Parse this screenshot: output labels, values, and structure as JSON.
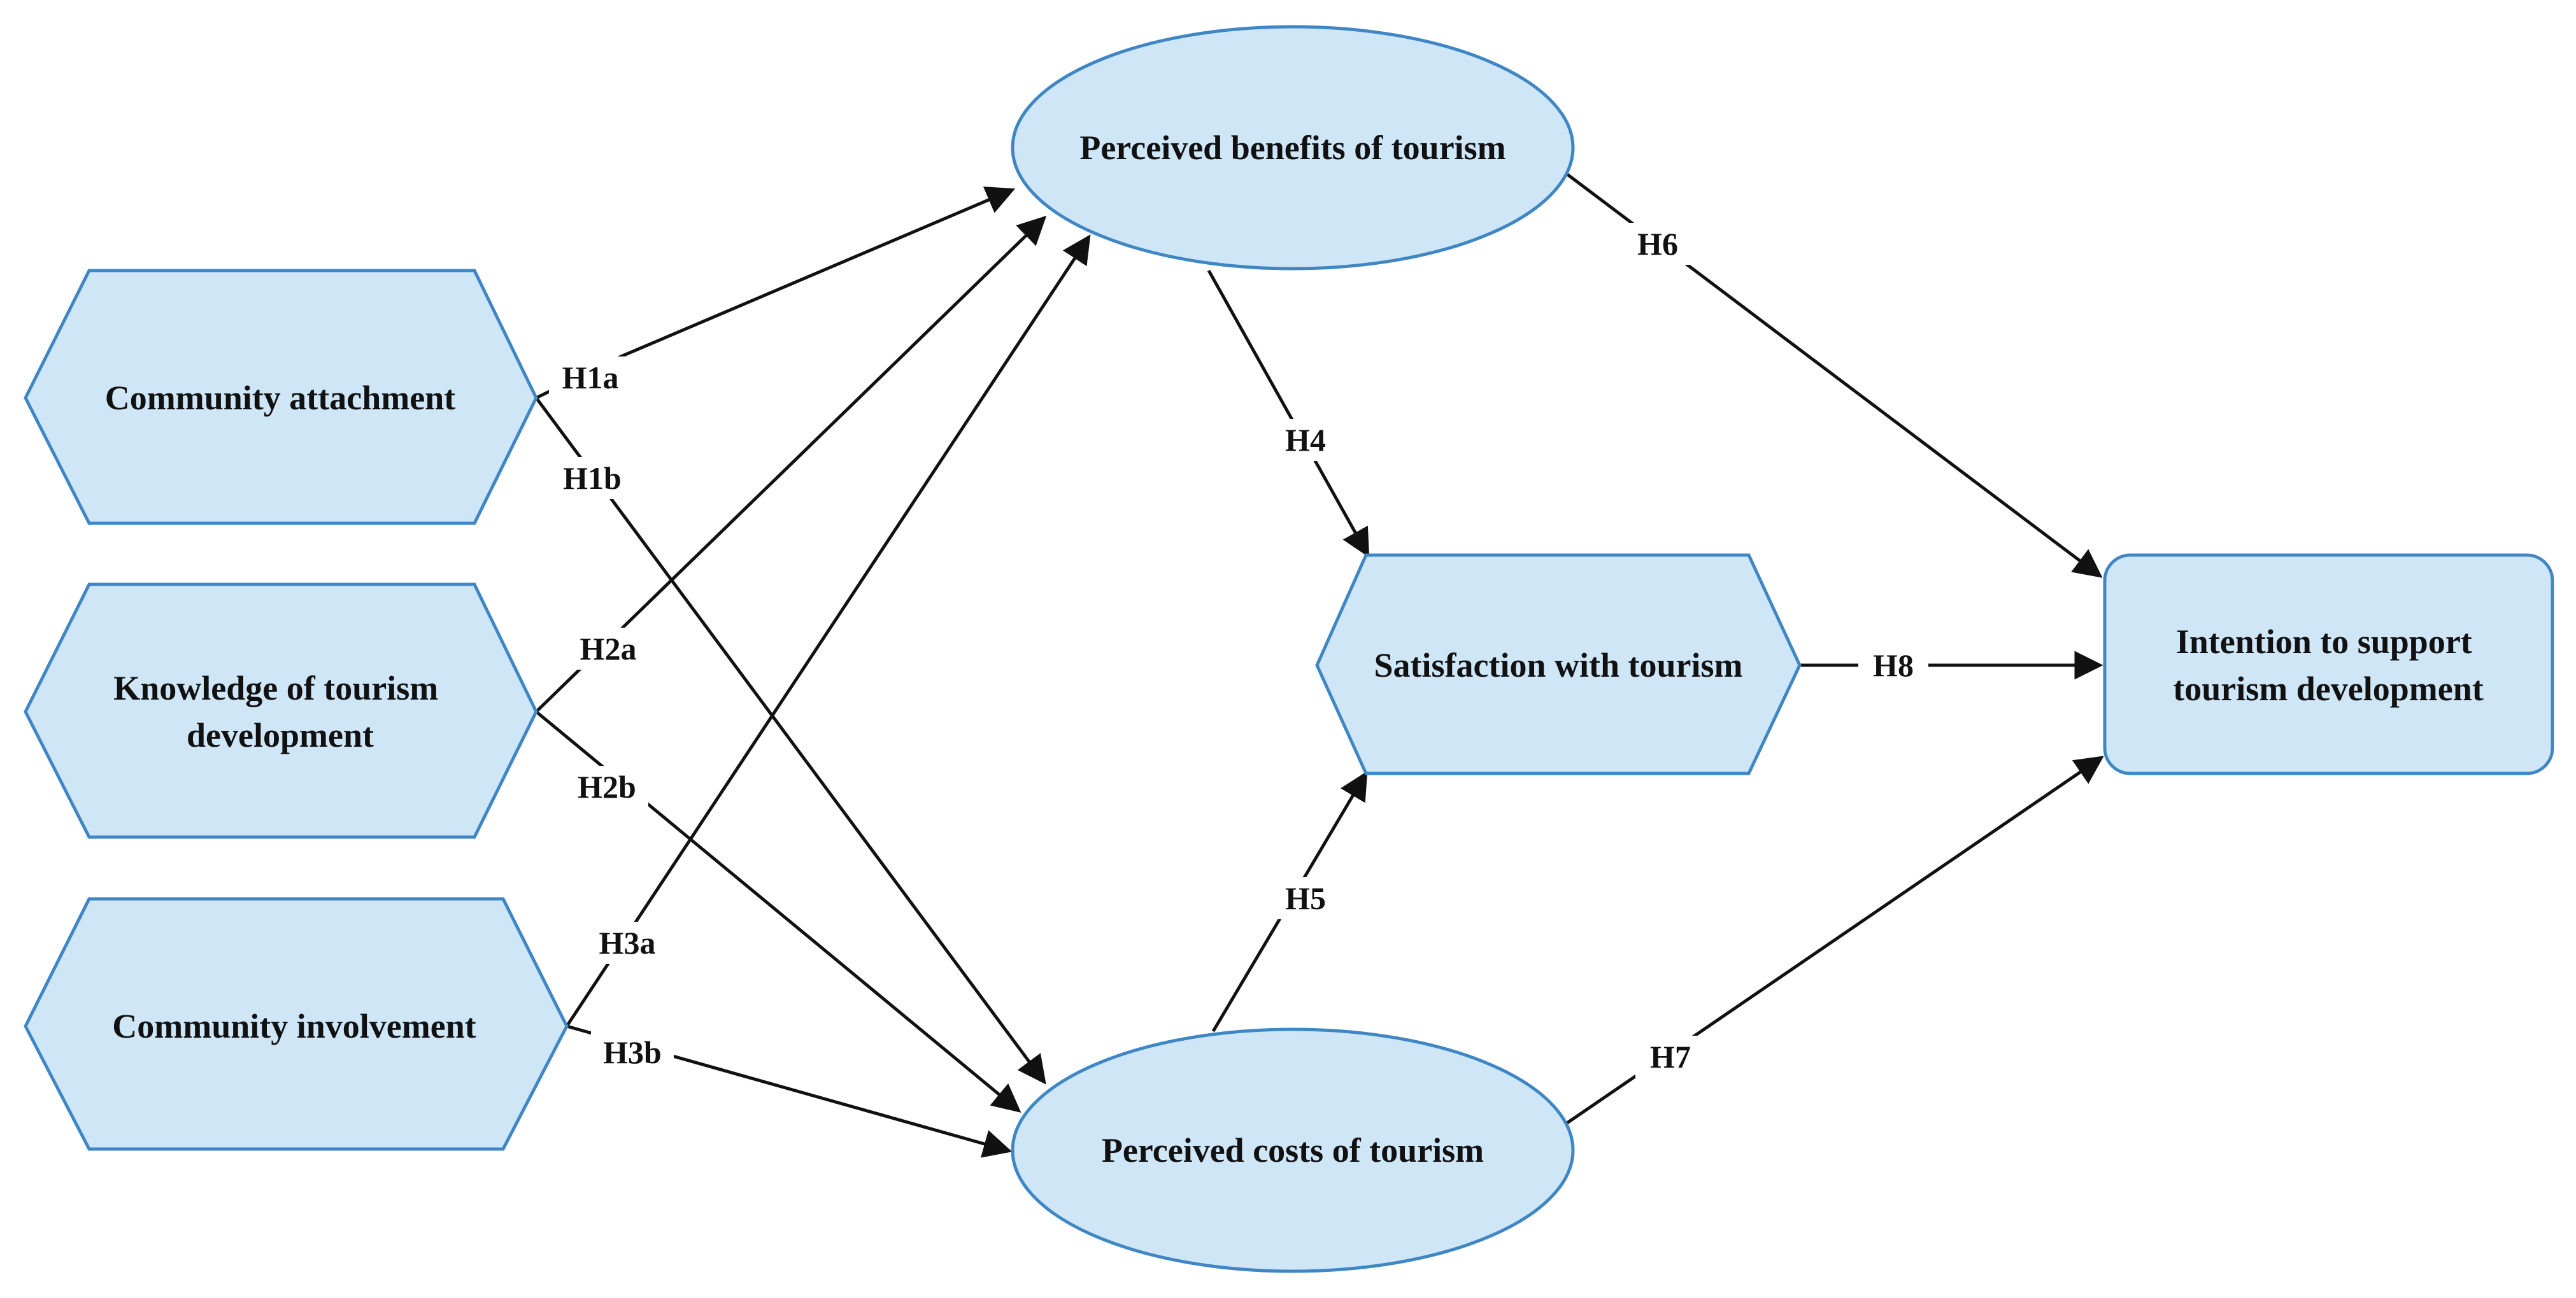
{
  "nodes": {
    "community_attachment": {
      "lines": [
        "Community attachment"
      ]
    },
    "knowledge": {
      "lines": [
        "Knowledge of tourism",
        "development"
      ]
    },
    "community_involvement": {
      "lines": [
        "Community involvement"
      ]
    },
    "perceived_benefits": {
      "lines": [
        "Perceived benefits of tourism"
      ]
    },
    "perceived_costs": {
      "lines": [
        "Perceived costs of tourism"
      ]
    },
    "satisfaction": {
      "lines": [
        "Satisfaction with tourism"
      ]
    },
    "intention": {
      "lines": [
        "Intention to support",
        "tourism development"
      ]
    }
  },
  "edges": {
    "h1a": "H1a",
    "h1b": "H1b",
    "h2a": "H2a",
    "h2b": "H2b",
    "h3a": "H3a",
    "h3b": "H3b",
    "h4": "H4",
    "h5": "H5",
    "h6": "H6",
    "h7": "H7",
    "h8": "H8"
  }
}
